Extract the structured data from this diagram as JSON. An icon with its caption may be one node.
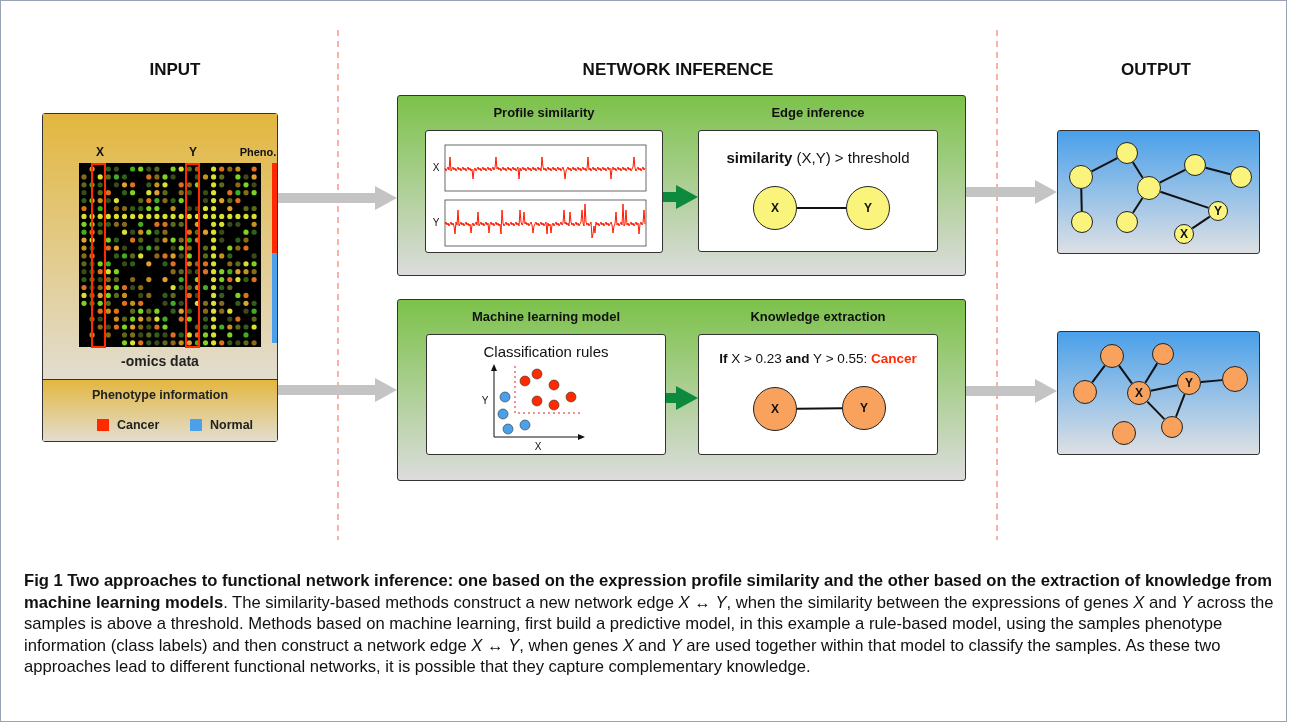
{
  "diagram": {
    "caption": "**Fig 1 Two approaches to functional network inference: one based on the expression profile similarity and the other based on the extraction of knowledge from machine learning models**. The similarity-based methods construct a new network edge *X* ↔ *Y*, when the similarity between the expressions of genes *X* and *Y* across the samples is above a threshold. Methods based on machine learning, first build a predictive model, in this example a rule-based model, using the samples phenotype information (class labels) and then construct a network edge *X* ↔ *Y*, when genes *X* and *Y* are used together within that model to classify the samples. As these two approaches lead to different functional networks, it is possible that they capture complementary knowledge.",
    "nodes": [
      {
        "text": [],
        "shape": "box"
      },
      {
        "text": [
          "-omics data"
        ],
        "in": 0
      },
      {
        "text": [
          "Phenotype information"
        ],
        "in": 0
      },
      {
        "text": [],
        "shape": "box"
      },
      {
        "text": [
          "Profile similarity"
        ],
        "in": 3
      },
      {
        "text": [
          "Edge inference",
          "**similarity** (X,Y) > threshold"
        ],
        "in": 3
      },
      {
        "text": [
          "X"
        ],
        "in": 5
      },
      {
        "text": [
          "Y"
        ],
        "in": 5
      },
      {
        "text": [],
        "shape": "box"
      },
      {
        "text": [
          "Machine learning model",
          "Classification rules"
        ],
        "in": 8
      },
      {
        "text": [
          "Knowledge extraction",
          "**If** X > 0.23 **and** Y > 0.55: **Cancer**"
        ],
        "in": 8
      },
      {
        "text": [
          "X"
        ],
        "in": 10
      },
      {
        "text": [
          "Y"
        ],
        "in": 10
      },
      {
        "text": [],
        "shape": "box"
      },
      {
        "text": [],
        "shape": "circle",
        "in": 13
      },
      {
        "text": [],
        "shape": "circle",
        "in": 13
      },
      {
        "text": [],
        "shape": "circle",
        "in": 13
      },
      {
        "text": [],
        "shape": "circle",
        "in": 13
      },
      {
        "text": [],
        "shape": "circle",
        "in": 13
      },
      {
        "text": [
          "Y"
        ],
        "in": 13
      },
      {
        "text": [],
        "shape": "circle",
        "in": 13
      },
      {
        "text": [],
        "shape": "circle",
        "in": 13
      },
      {
        "text": [
          "X"
        ],
        "in": 13
      },
      {
        "text": [],
        "shape": "box"
      },
      {
        "text": [],
        "shape": "circle",
        "in": 23
      },
      {
        "text": [],
        "shape": "circle",
        "in": 23
      },
      {
        "text": [],
        "shape": "circle",
        "in": 23
      },
      {
        "text": [
          "Y"
        ],
        "in": 23
      },
      {
        "text": [],
        "shape": "circle",
        "in": 23
      },
      {
        "text": [
          "X"
        ],
        "in": 23
      },
      {
        "text": [],
        "shape": "circle",
        "in": 23
      },
      {
        "text": [],
        "shape": "circle",
        "in": 23
      }
    ],
    "edges": [
      {
        "from": 0,
        "to": 3,
        "arrow": "to",
        "style": "thick",
        "color": "#c4c4c4"
      },
      {
        "from": 0,
        "to": 8,
        "arrow": "to",
        "style": "thick",
        "color": "#c4c4c4"
      },
      {
        "from": 3,
        "to": 13,
        "arrow": "to",
        "style": "thick",
        "color": "#c4c4c4"
      },
      {
        "from": 8,
        "to": 23,
        "arrow": "to",
        "style": "thick",
        "color": "#c4c4c4"
      },
      {
        "from": 4,
        "to": 5,
        "arrow": "to",
        "style": "thick",
        "color": "#0e8a3e"
      },
      {
        "from": 9,
        "to": 10,
        "arrow": "to",
        "style": "thick",
        "color": "#0e8a3e"
      },
      {
        "from": 6,
        "to": 7,
        "arrow": "none"
      },
      {
        "from": 11,
        "to": 12,
        "arrow": "none"
      },
      {
        "from": 16,
        "to": 14,
        "arrow": "none"
      },
      {
        "from": 14,
        "to": 18,
        "arrow": "none"
      },
      {
        "from": 16,
        "to": 20,
        "arrow": "none"
      },
      {
        "from": 18,
        "to": 21,
        "arrow": "none"
      },
      {
        "from": 18,
        "to": 15,
        "arrow": "none"
      },
      {
        "from": 15,
        "to": 17,
        "arrow": "none"
      },
      {
        "from": 18,
        "to": 19,
        "arrow": "none"
      },
      {
        "from": 19,
        "to": 22,
        "arrow": "none"
      },
      {
        "from": 25,
        "to": 28,
        "arrow": "none"
      },
      {
        "from": 25,
        "to": 29,
        "arrow": "none"
      },
      {
        "from": 24,
        "to": 29,
        "arrow": "none"
      },
      {
        "from": 29,
        "to": 27,
        "arrow": "none"
      },
      {
        "from": 27,
        "to": 26,
        "arrow": "none"
      },
      {
        "from": 29,
        "to": 30,
        "arrow": "none"
      },
      {
        "from": 27,
        "to": 30,
        "arrow": "none"
      }
    ],
    "labels": [
      "INPUT",
      "NETWORK INFERENCE",
      "OUTPUT",
      "X",
      "Y",
      "Pheno.",
      "X",
      "Y",
      "Y",
      "X"
    ],
    "legend": [
      {
        "text": "Cancer",
        "color": "#ff2a00"
      },
      {
        "text": "Normal",
        "color": "#4aa0ea"
      }
    ]
  }
}
